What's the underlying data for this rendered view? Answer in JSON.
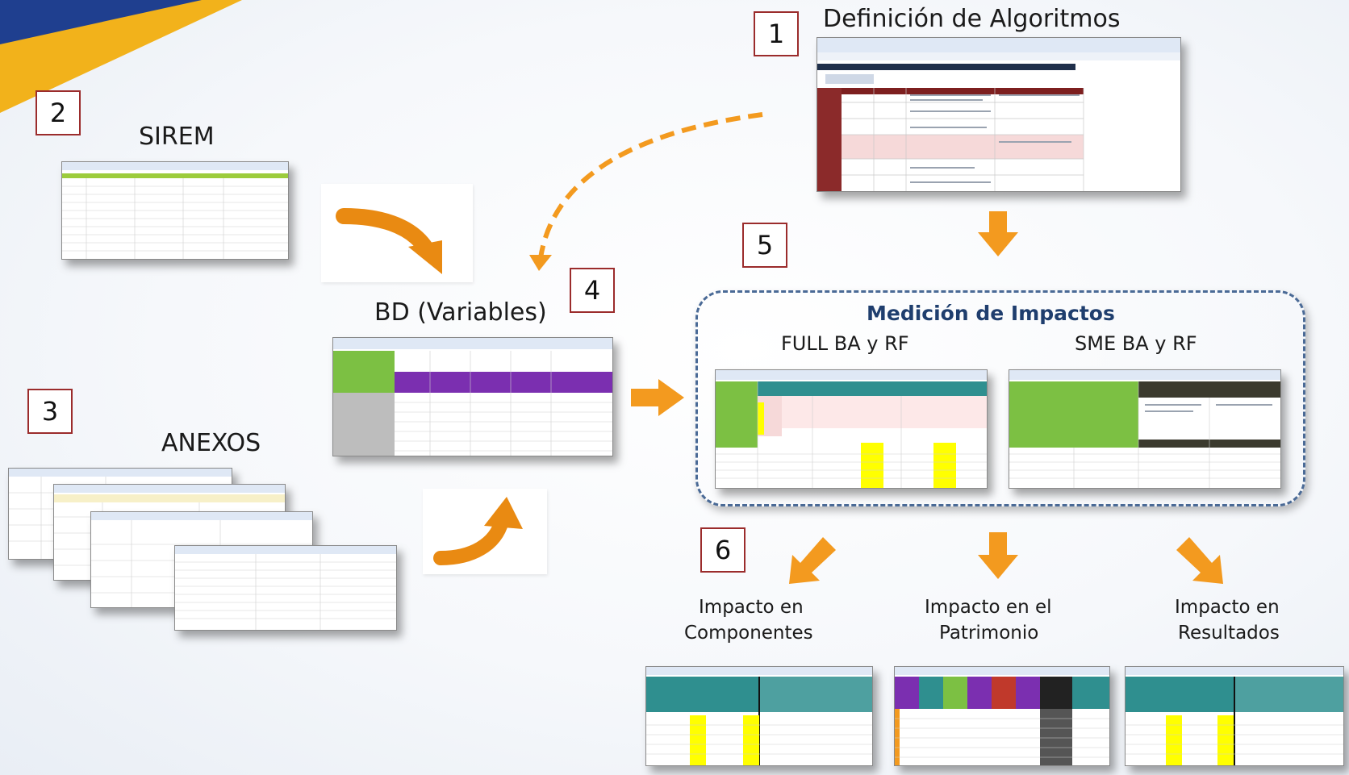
{
  "steps": {
    "s1": {
      "number": "1",
      "title": "Definición de Algoritmos"
    },
    "s2": {
      "number": "2",
      "title": "SIREM"
    },
    "s3": {
      "number": "3",
      "title": "ANEXOS"
    },
    "s4": {
      "number": "4",
      "title": "BD (Variables)"
    },
    "s5": {
      "number": "5",
      "title": "Medición de Impactos",
      "left_label": "FULL BA y RF",
      "right_label": "SME BA y RF"
    },
    "s6": {
      "number": "6"
    }
  },
  "impacts": [
    {
      "line1": "Impacto en",
      "line2": "Componentes"
    },
    {
      "line1": "Impacto en el",
      "line2": "Patrimonio"
    },
    {
      "line1": "Impacto en",
      "line2": "Resultados"
    }
  ],
  "colors": {
    "accent_orange": "#f39a1f",
    "box_border": "#9b2c2c",
    "panel_border": "#4a6a96",
    "title_blue": "#1f3e6e",
    "corner_blue": "#1f3f8f",
    "corner_gold": "#f2b21b"
  },
  "icons": {
    "curved_arrow": "curved-arrow-icon",
    "down_arrow": "down-arrow-icon",
    "right_arrow": "right-arrow-icon"
  }
}
